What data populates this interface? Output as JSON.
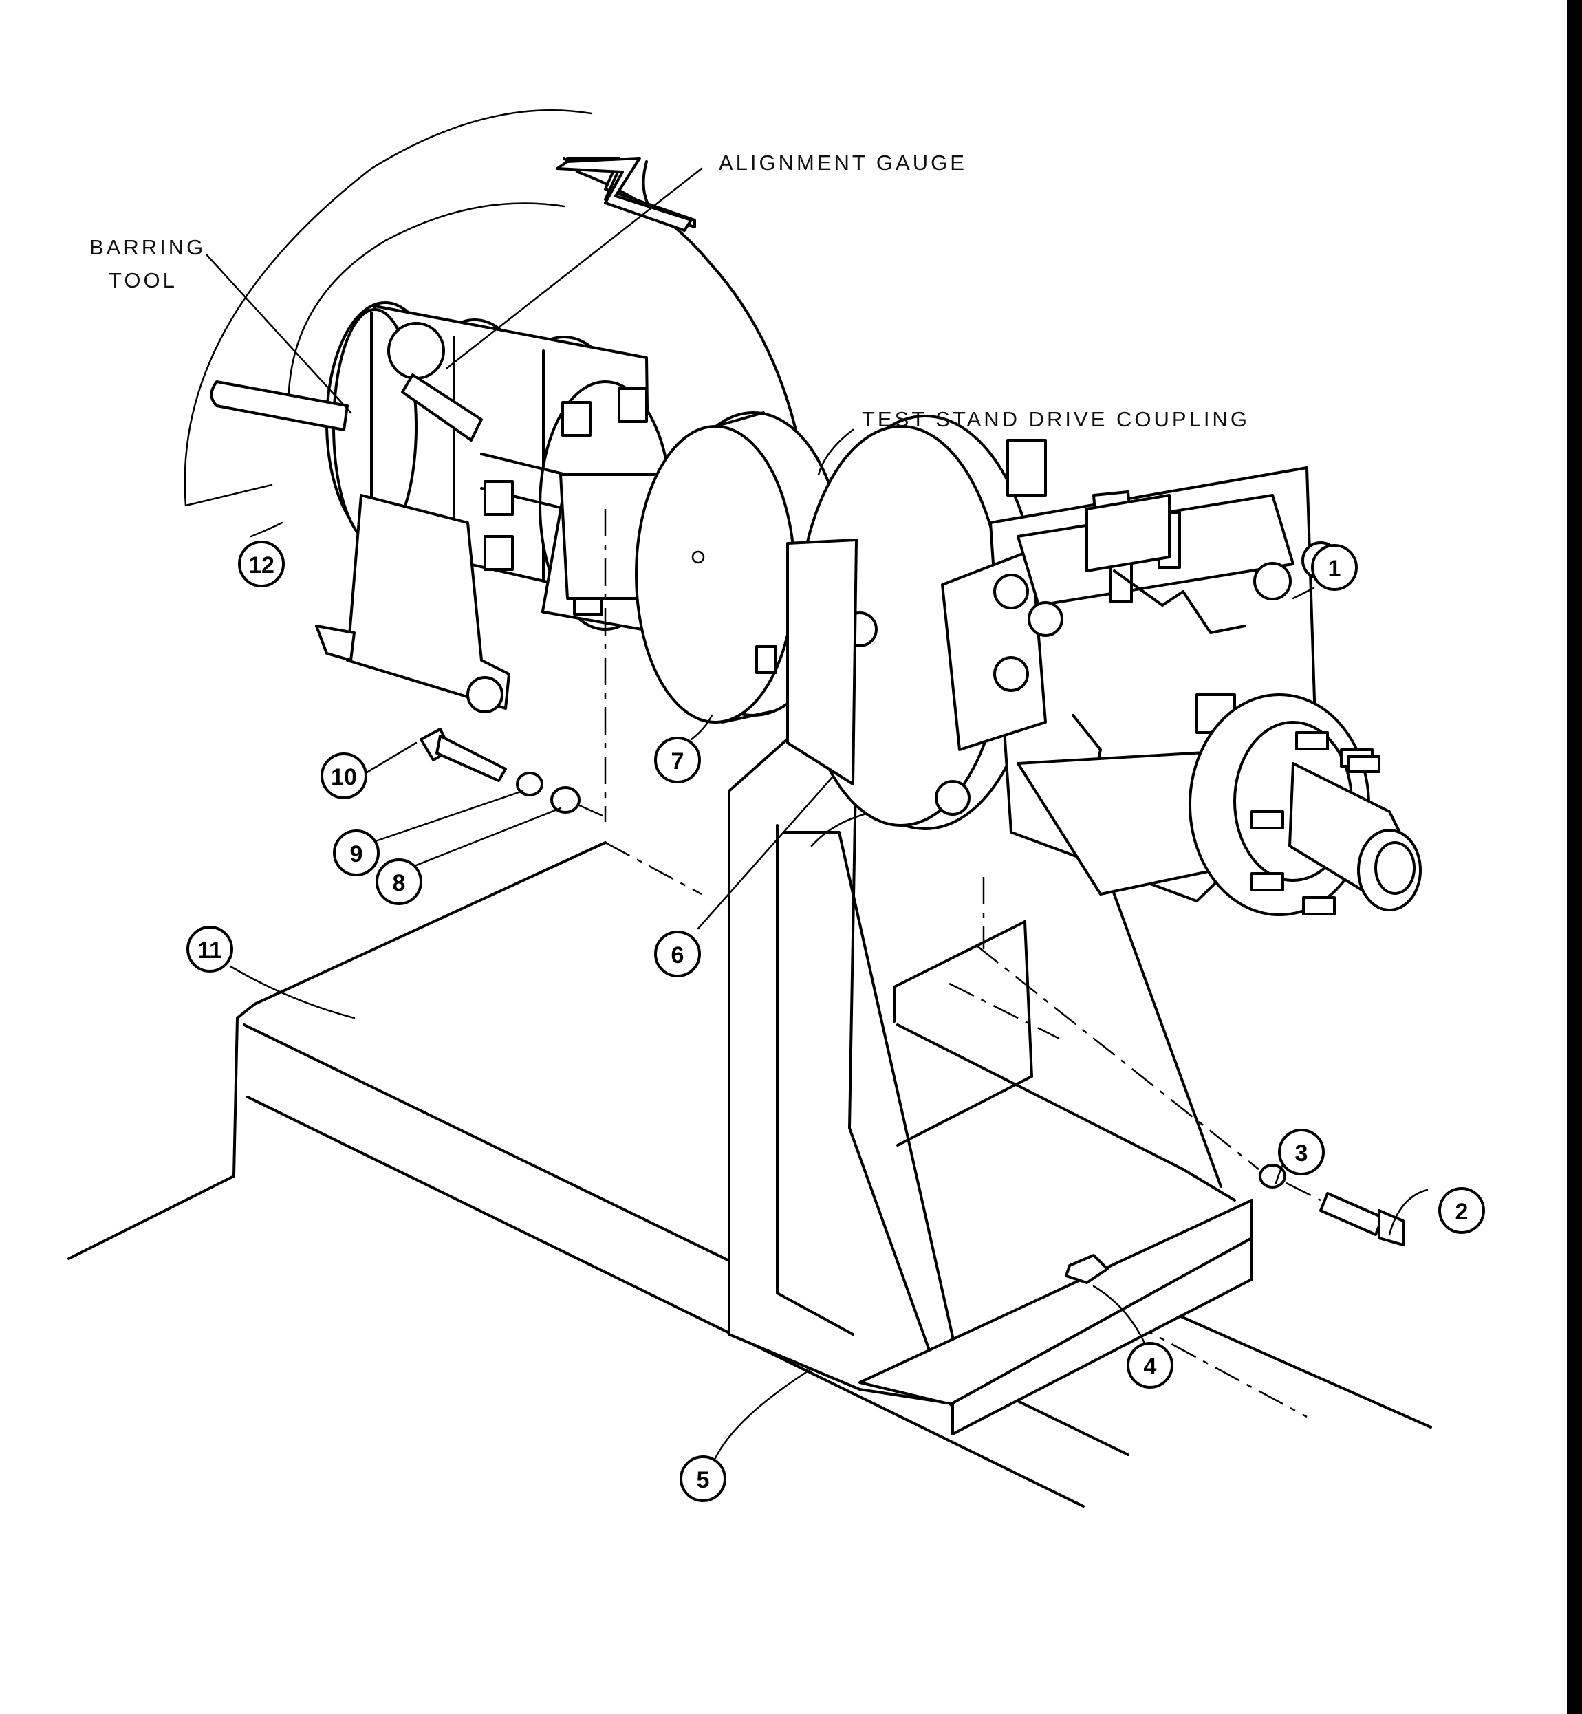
{
  "callouts_text": {
    "barring_tool_line1": "BARRING",
    "barring_tool_line2": "TOOL",
    "alignment_gauge": "ALIGNMENT GAUGE",
    "drive_coupling": "TEST STAND DRIVE COUPLING"
  },
  "item_numbers": [
    "1",
    "2",
    "3",
    "4",
    "5",
    "6",
    "7",
    "8",
    "9",
    "10",
    "11",
    "12"
  ],
  "colors": {
    "ink": "#000000",
    "paper": "#ffffff",
    "edge_bar": "#000000"
  }
}
